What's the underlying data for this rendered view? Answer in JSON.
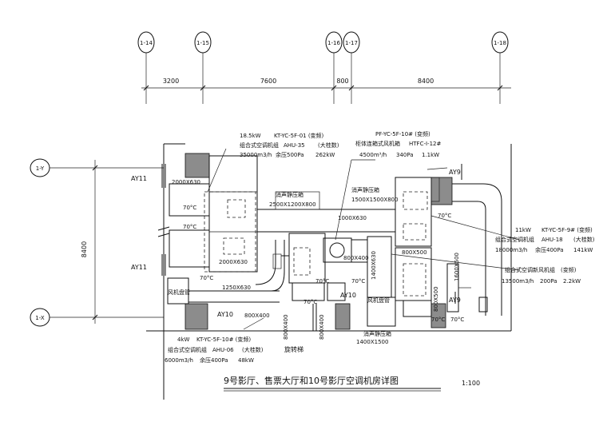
{
  "axes_top": [
    "1-14",
    "1-15",
    "1-16",
    "1-17",
    "1-18"
  ],
  "axes_left": [
    "1-Y",
    "1-X"
  ],
  "dims_top": [
    "3200",
    "7600",
    "800",
    "8400"
  ],
  "dim_left": "8400",
  "units": {
    "kt01_power": "18.5kW",
    "kt01_id": "KT-YC-5F-01 (变频)",
    "ahu35_type": "组合式空调机组",
    "ahu35_id": "AHU-35",
    "ahu35_note": "(大桂数)",
    "ahu35_flow": "35000m3/h",
    "ahu35_pressure": "余压500Pa",
    "ahu35_heat": "262kW",
    "pf_id": "PF-YC-5F-10# (变频)",
    "htfc_type": "柜体连箱式风机箱",
    "htfc_id": "HTFC-I-12#",
    "htfc_flow": "4500m³/h",
    "htfc_pressure": "340Pa",
    "htfc_power": "1.1kW",
    "kt09_power": "11kW",
    "kt09_id": "KT-YC-5F-9# (变频)",
    "ahu18_type": "组合式空调机组",
    "ahu18_id": "AHU-18",
    "ahu18_note": "(大桂数)",
    "ahu18_flow": "18000m3/h",
    "ahu18_pressure": "余压400Pa",
    "ahu18_heat": "141kW",
    "fresh_type": "组合式空调新风机组",
    "fresh_note": "(变频)",
    "fresh_flow": "13500m3/h",
    "fresh_pressure": "200Pa",
    "fresh_power": "2.2kW",
    "kt10_power": "4kW",
    "kt10_id": "KT-YC-5F-10# (变频)",
    "ahu06_type": "组合式空调机组",
    "ahu06_id": "AHU-06",
    "ahu06_note": "(大桂数)",
    "ahu06_flow": "6000m3/h",
    "ahu06_pressure": "余压400Pa",
    "ahu06_heat": "48kW"
  },
  "labels": {
    "duct_2000x630_a": "2000X630",
    "duct_2000x630_b": "2000X630",
    "plenum_label": "消声静压箱",
    "plenum_size": "2500X1200X800",
    "box_right_label": "消声静压箱",
    "box_right_size": "1500X1500X800",
    "duct_1000x630": "1000X630",
    "duct_800x500_a": "800X500",
    "duct_800x500_b": "800X500",
    "duct_800x400_a": "800X400",
    "duct_800x400_b": "800X400",
    "duct_800x400_c": "800X400",
    "duct_800x400_d": "800X400",
    "duct_1250x630": "1250X630",
    "duct_1400x630": "1400X630",
    "duct_1600x500": "1600X500",
    "duct_1400x1500": "1400X1500",
    "damper_bottom": "消声静压箱",
    "temp_a": "70°C",
    "temp_b": "70°C",
    "temp_c": "70°C",
    "temp_d": "70°C",
    "temp_e": "70°C",
    "temp_f": "70°C",
    "temp_g": "70°C",
    "temp_h": "70°C",
    "temp_i": "70°C",
    "ay11_top": "AY11",
    "ay11_mid": "AY11",
    "ay10_a": "AY10",
    "ay10_b": "AY10",
    "ay9_top": "AY9",
    "ay9_mid": "AY9",
    "fan_left": "风机盘管",
    "fan_right": "风机盘管",
    "stair": "旋转梯"
  },
  "title": "9号影厅、售票大厅和10号影厅空调机房详图",
  "scale": "1:100"
}
